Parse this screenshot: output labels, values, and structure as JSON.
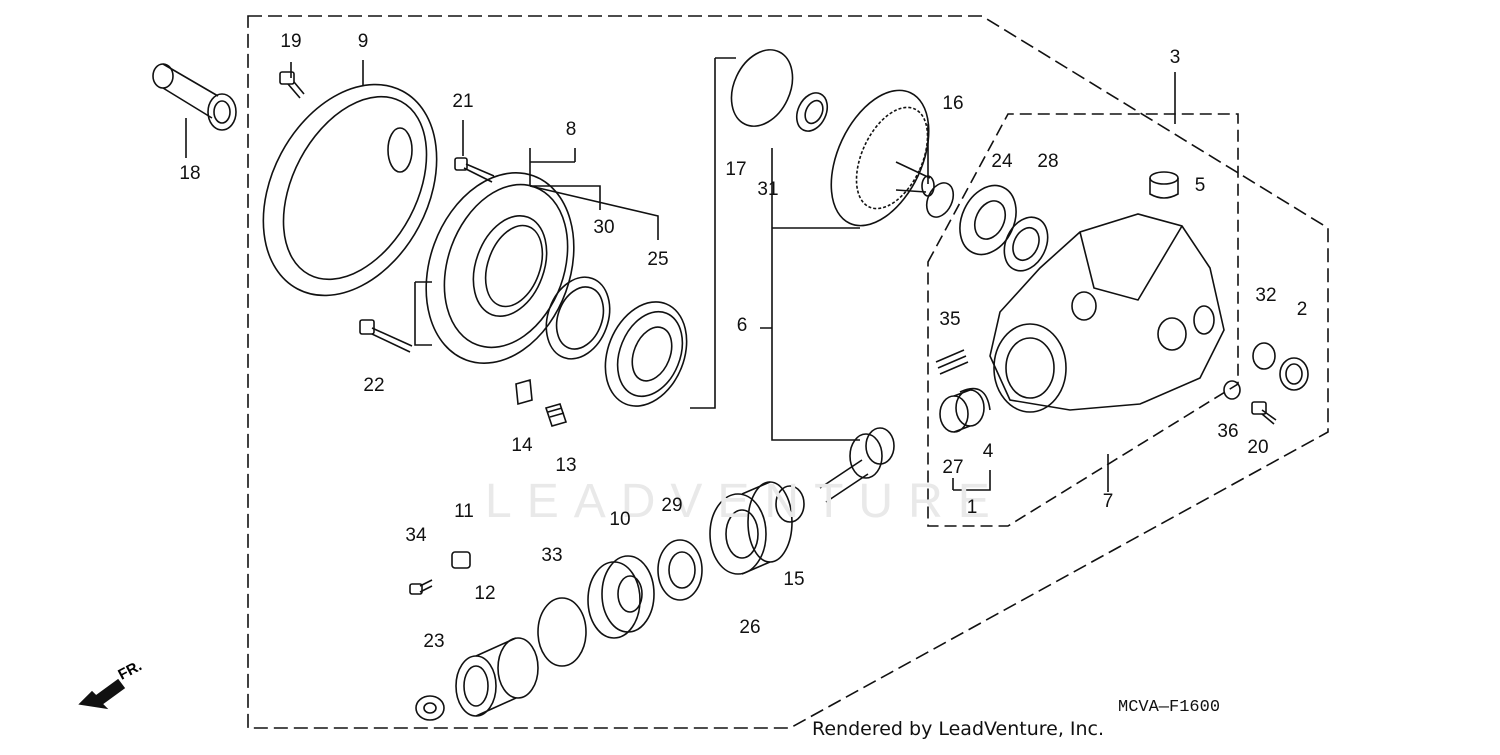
{
  "diagram_code": "MCVA—F1600",
  "footer": "Rendered by LeadVenture, Inc.",
  "watermark": "LEADVENTURE",
  "front_label": "FR.",
  "callouts": {
    "c1": "1",
    "c2": "2",
    "c3": "3",
    "c4": "4",
    "c5": "5",
    "c6": "6",
    "c7": "7",
    "c8": "8",
    "c9": "9",
    "c10": "10",
    "c11": "11",
    "c12": "12",
    "c13": "13",
    "c14": "14",
    "c15": "15",
    "c16": "16",
    "c17": "17",
    "c18": "18",
    "c19": "19",
    "c20": "20",
    "c21": "21",
    "c22": "22",
    "c23": "23",
    "c24": "24",
    "c25": "25",
    "c26": "26",
    "c27": "27",
    "c28": "28",
    "c29": "29",
    "c30": "30",
    "c31": "31",
    "c32": "32",
    "c33": "33",
    "c34": "34",
    "c35": "35",
    "c36": "36"
  }
}
